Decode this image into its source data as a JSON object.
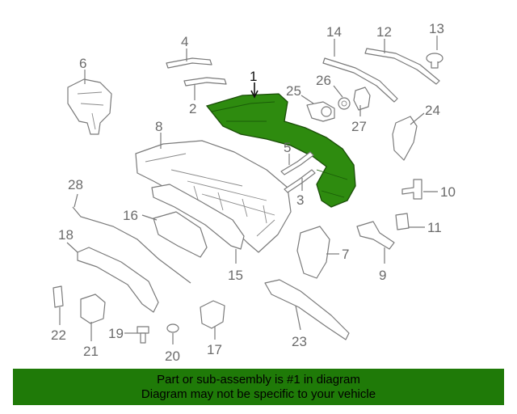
{
  "diagram": {
    "highlight_color": "#2e8b0f",
    "callouts": {
      "c1": "1",
      "c2": "2",
      "c3": "3",
      "c4": "4",
      "c5": "5",
      "c6": "6",
      "c7": "7",
      "c8": "8",
      "c9": "9",
      "c10": "10",
      "c11": "11",
      "c12": "12",
      "c13": "13",
      "c14": "14",
      "c15": "15",
      "c16": "16",
      "c17": "17",
      "c18": "18",
      "c19": "19",
      "c20": "20",
      "c21": "21",
      "c22": "22",
      "c23": "23",
      "c24": "24",
      "c25": "25",
      "c26": "26",
      "c27": "27",
      "c28": "28"
    }
  },
  "banner": {
    "line1": "Part or sub-assembly is #1 in diagram",
    "line2": "Diagram may not be specific to your vehicle",
    "background": "#1f7a08"
  }
}
